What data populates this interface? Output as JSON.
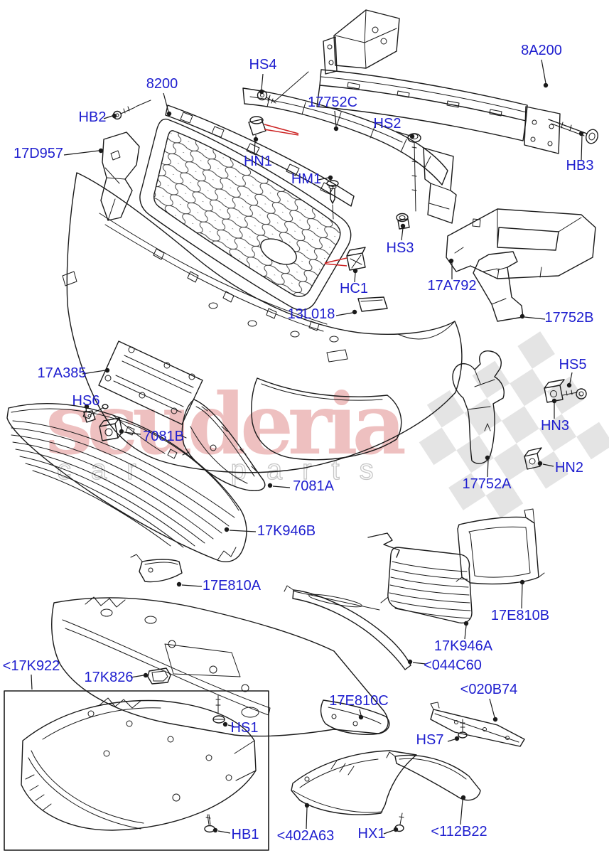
{
  "watermark": {
    "brand": "scuderia",
    "tagline": "car parts"
  },
  "colors": {
    "label_blue": "#1e1ecf",
    "line_black": "#1a1a1a",
    "arrow_red": "#cc2222",
    "watermark_pink": "#d96c6c",
    "watermark_gray": "#c6c6c6",
    "checker_gray": "#e4e4e4"
  },
  "labels": {
    "hs4": "HS4",
    "p8a200": "8A200",
    "p8200": "8200",
    "hb2": "HB2",
    "p17752c": "17752C",
    "hs2": "HS2",
    "p17d957": "17D957",
    "hn1": "HN1",
    "hm1": "HM1",
    "hb3": "HB3",
    "hs3": "HS3",
    "p17a792": "17A792",
    "hc1": "HC1",
    "p13l018": "13L018",
    "p17752b": "17752B",
    "p17a385": "17A385",
    "hs5": "HS5",
    "hs6": "HS6",
    "hn3": "HN3",
    "p7081b": "7081B",
    "hn2": "HN2",
    "p7081a": "7081A",
    "p17752a": "17752A",
    "p17k946b": "17K946B",
    "p17e810a": "17E810A",
    "p17e810b": "17E810B",
    "p17k946a": "17K946A",
    "p044c60": "<044C60",
    "p17k922": "<17K922",
    "p17k826": "17K826",
    "p020b74": "<020B74",
    "p17e810c": "17E810C",
    "hs1": "HS1",
    "hs7": "HS7",
    "hb1": "HB1",
    "p402a63": "<402A63",
    "hx1": "HX1",
    "p112b22": "<112B22"
  }
}
